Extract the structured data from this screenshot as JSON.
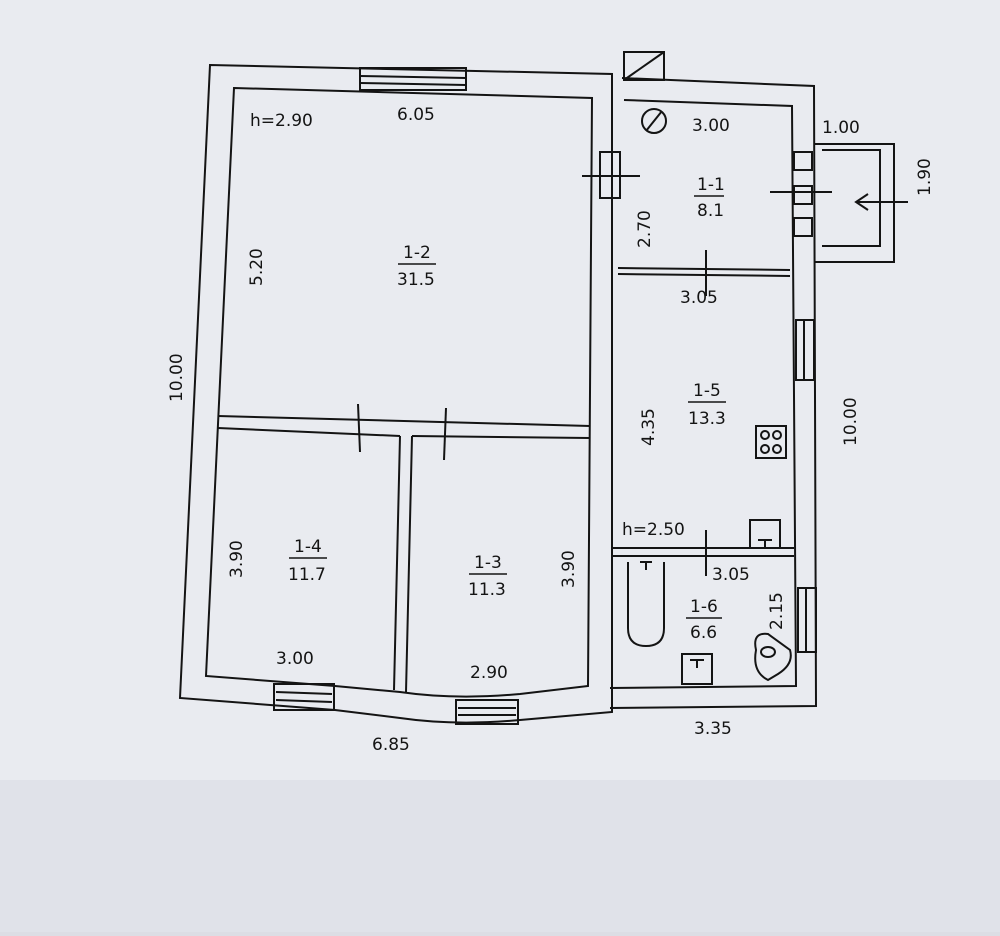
{
  "plan": {
    "heights": {
      "main": "h=2.90",
      "annex": "h=2.50"
    },
    "overall": {
      "left_length": "10.00",
      "right_length": "10.00",
      "bottom_main": "6.85",
      "bottom_annex": "3.35"
    },
    "rooms": [
      {
        "id": "1-2",
        "area": "31.5",
        "width": "6.05",
        "depth": "5.20"
      },
      {
        "id": "1-4",
        "area": "11.7",
        "width": "3.00",
        "depth": "3.90"
      },
      {
        "id": "1-3",
        "area": "11.3",
        "width": "2.90",
        "depth": "3.90"
      },
      {
        "id": "1-1",
        "area": "8.1",
        "width": "3.00",
        "depth": "2.70"
      },
      {
        "id": "1-5",
        "area": "13.3",
        "width": "3.05",
        "depth": "4.35"
      },
      {
        "id": "1-6",
        "area": "6.6",
        "width": "3.05",
        "depth": "2.15"
      }
    ],
    "porch": {
      "width": "1.00",
      "depth": "1.90"
    }
  },
  "colors": {
    "paper": "#eceef3",
    "ink": "#141414",
    "background": "#dcdde4"
  }
}
